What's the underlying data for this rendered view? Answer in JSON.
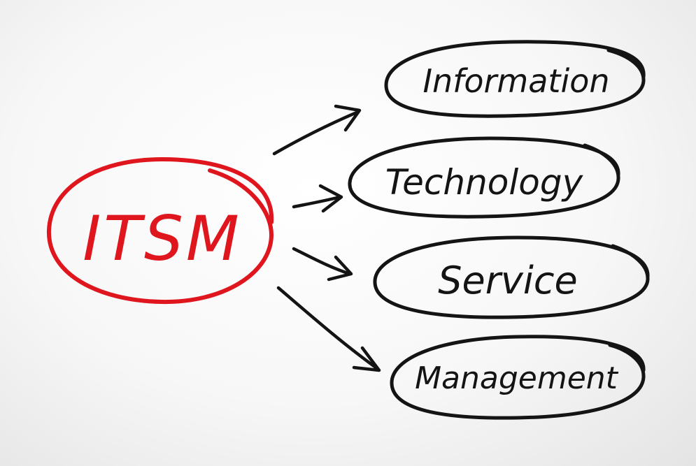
{
  "diagram": {
    "center": {
      "label": "ITSM",
      "color": "#e0161e"
    },
    "branches": [
      {
        "label": "Information"
      },
      {
        "label": "Technology"
      },
      {
        "label": "Service"
      },
      {
        "label": "Management"
      }
    ],
    "ink_color": "#141414"
  }
}
